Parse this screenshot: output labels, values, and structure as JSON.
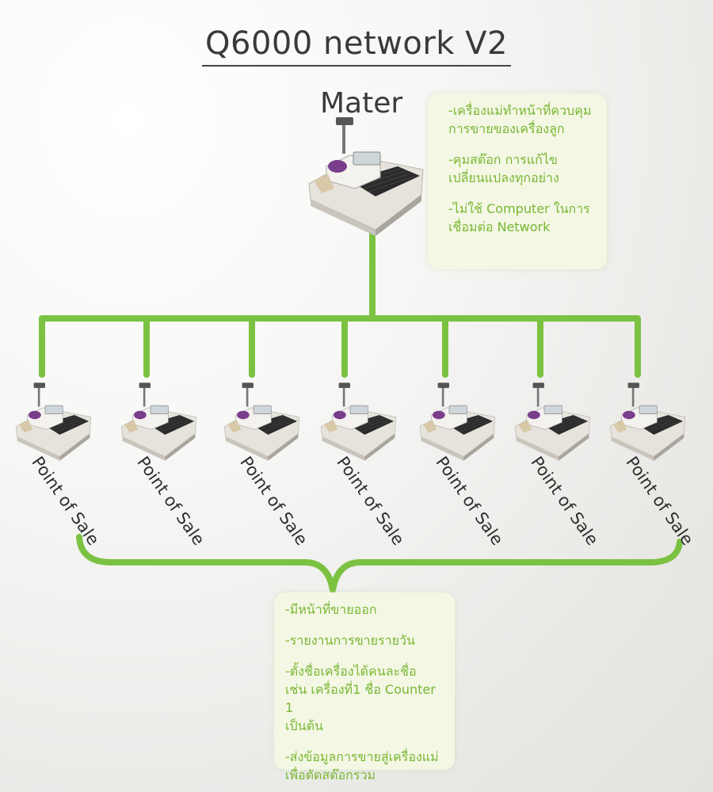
{
  "title": "Q6000 network V2",
  "master": {
    "label": "Mater",
    "device_icon": "cash-register-icon",
    "notes": [
      "-เครื่องแม่ทำหน้าที่ควบคุม\nการขายของเครื่องลูก",
      "-คุมสต๊อก การแก้ไข\nเปลี่ยนแปลงทุกอย่าง",
      "-ไม่ใช้ Computer ในการ\nเชื่อมต่อ Network"
    ]
  },
  "pos": {
    "labels": [
      "Point of Sale",
      "Point of Sale",
      "Point of Sale",
      "Point of Sale",
      "Point of Sale",
      "Point of Sale",
      "Point of Sale"
    ],
    "device_icon": "cash-register-icon",
    "notes": [
      "-มีหน้าที่ขายออก",
      "-รายงานการขายรายวัน",
      "-ตั้งชื่อเครื่องได้คนละชื่อ\nเช่น เครื่องที่1 ชื่อ Counter 1\nเป็นต้น",
      "-ส่งข้อมูลการขายสู่เครื่องแม่\nเพื่อตัดสต๊อกรวม"
    ]
  },
  "colors": {
    "connector": "#7cc242",
    "note_text": "#7ab733",
    "note_bg": "#f3f7e4"
  }
}
